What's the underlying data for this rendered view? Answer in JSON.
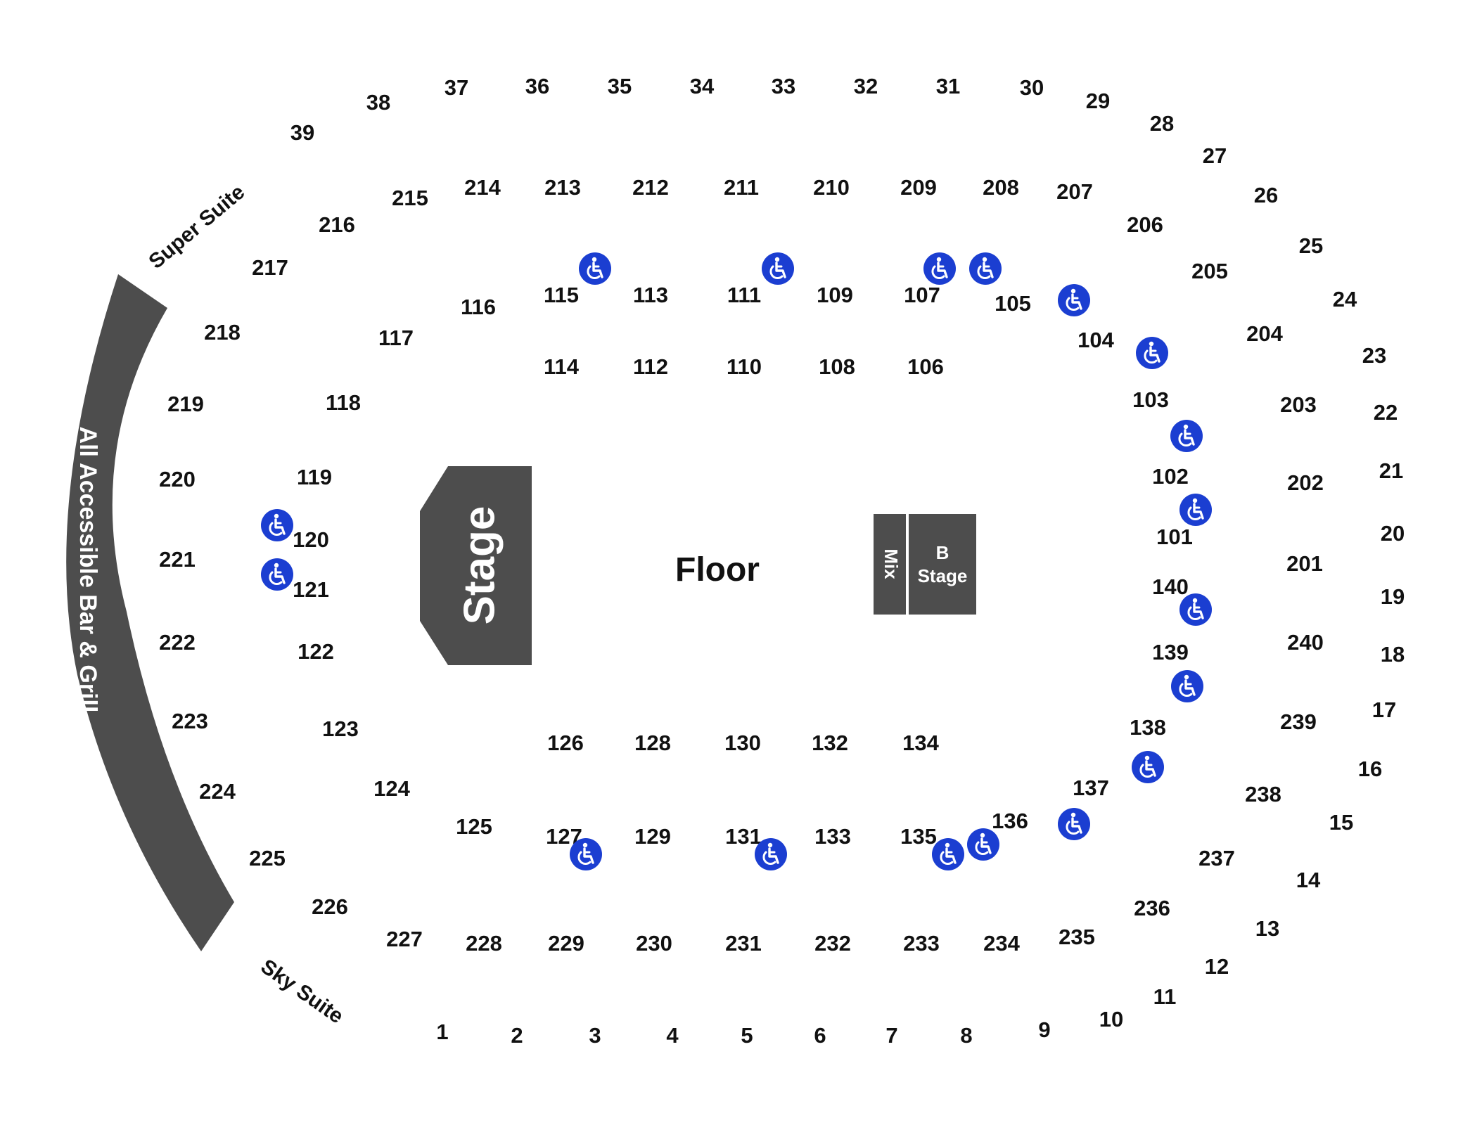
{
  "labels": {
    "stage": "Stage",
    "floor": "Floor",
    "mix": "Mix",
    "b_stage_1": "B",
    "b_stage_2": "Stage",
    "bar": "All Accessible Bar & Grill",
    "super_suite": "Super Suite",
    "sky_suite": "Sky Suite"
  },
  "icons": {
    "accessible": "wheelchair-icon"
  },
  "colors": {
    "block": "#4d4d4d",
    "accessible": "#1b3ed1",
    "text": "#111111"
  },
  "sections": {
    "suites": [
      "1",
      "2",
      "3",
      "4",
      "5",
      "6",
      "7",
      "8",
      "9",
      "10",
      "11",
      "12",
      "13",
      "14",
      "15",
      "16",
      "17",
      "18",
      "19",
      "20",
      "21",
      "22",
      "23",
      "24",
      "25",
      "26",
      "27",
      "28",
      "29",
      "30",
      "31",
      "32",
      "33",
      "34",
      "35",
      "36",
      "37",
      "38",
      "39"
    ],
    "upper": [
      "201",
      "202",
      "203",
      "204",
      "205",
      "206",
      "207",
      "208",
      "209",
      "210",
      "211",
      "212",
      "213",
      "214",
      "215",
      "216",
      "217",
      "218",
      "219",
      "220",
      "221",
      "222",
      "223",
      "224",
      "225",
      "226",
      "227",
      "228",
      "229",
      "230",
      "231",
      "232",
      "233",
      "234",
      "235",
      "236",
      "237",
      "238",
      "239",
      "240"
    ],
    "lower": [
      "101",
      "102",
      "103",
      "104",
      "105",
      "106",
      "107",
      "108",
      "109",
      "110",
      "111",
      "112",
      "113",
      "114",
      "115",
      "116",
      "117",
      "118",
      "119",
      "120",
      "121",
      "122",
      "123",
      "124",
      "125",
      "126",
      "127",
      "128",
      "129",
      "130",
      "131",
      "132",
      "133",
      "134",
      "135",
      "136",
      "137",
      "138",
      "139",
      "140"
    ]
  }
}
